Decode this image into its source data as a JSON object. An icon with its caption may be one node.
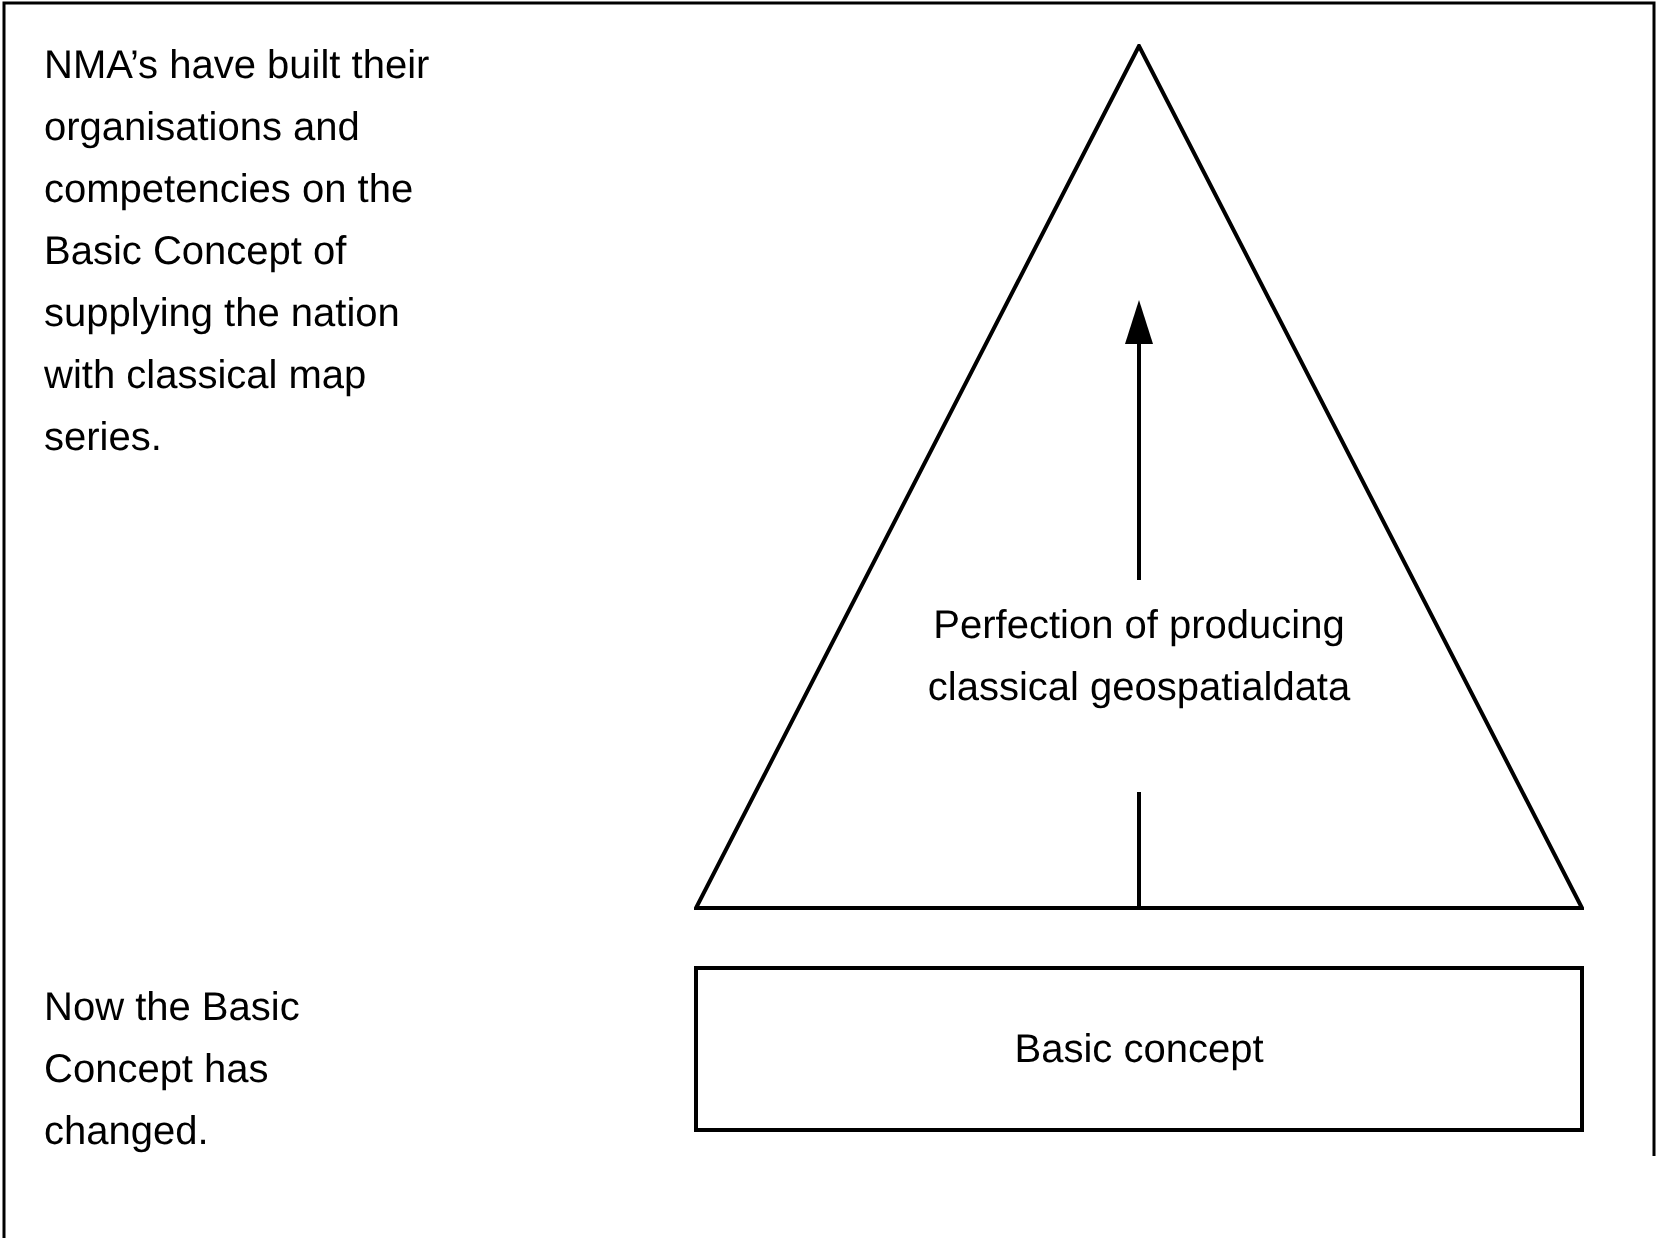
{
  "diagram": {
    "nodes": [
      {
        "text": [
          "Perfection of producing classical geospatialdata"
        ]
      },
      {
        "text": [
          "Basic concept"
        ]
      }
    ],
    "labels": [
      "NMA’s have built their organisations and competencies on the Basic Concept of supplying the nation with classical map series.",
      "Now the Basic Concept has changed."
    ]
  }
}
